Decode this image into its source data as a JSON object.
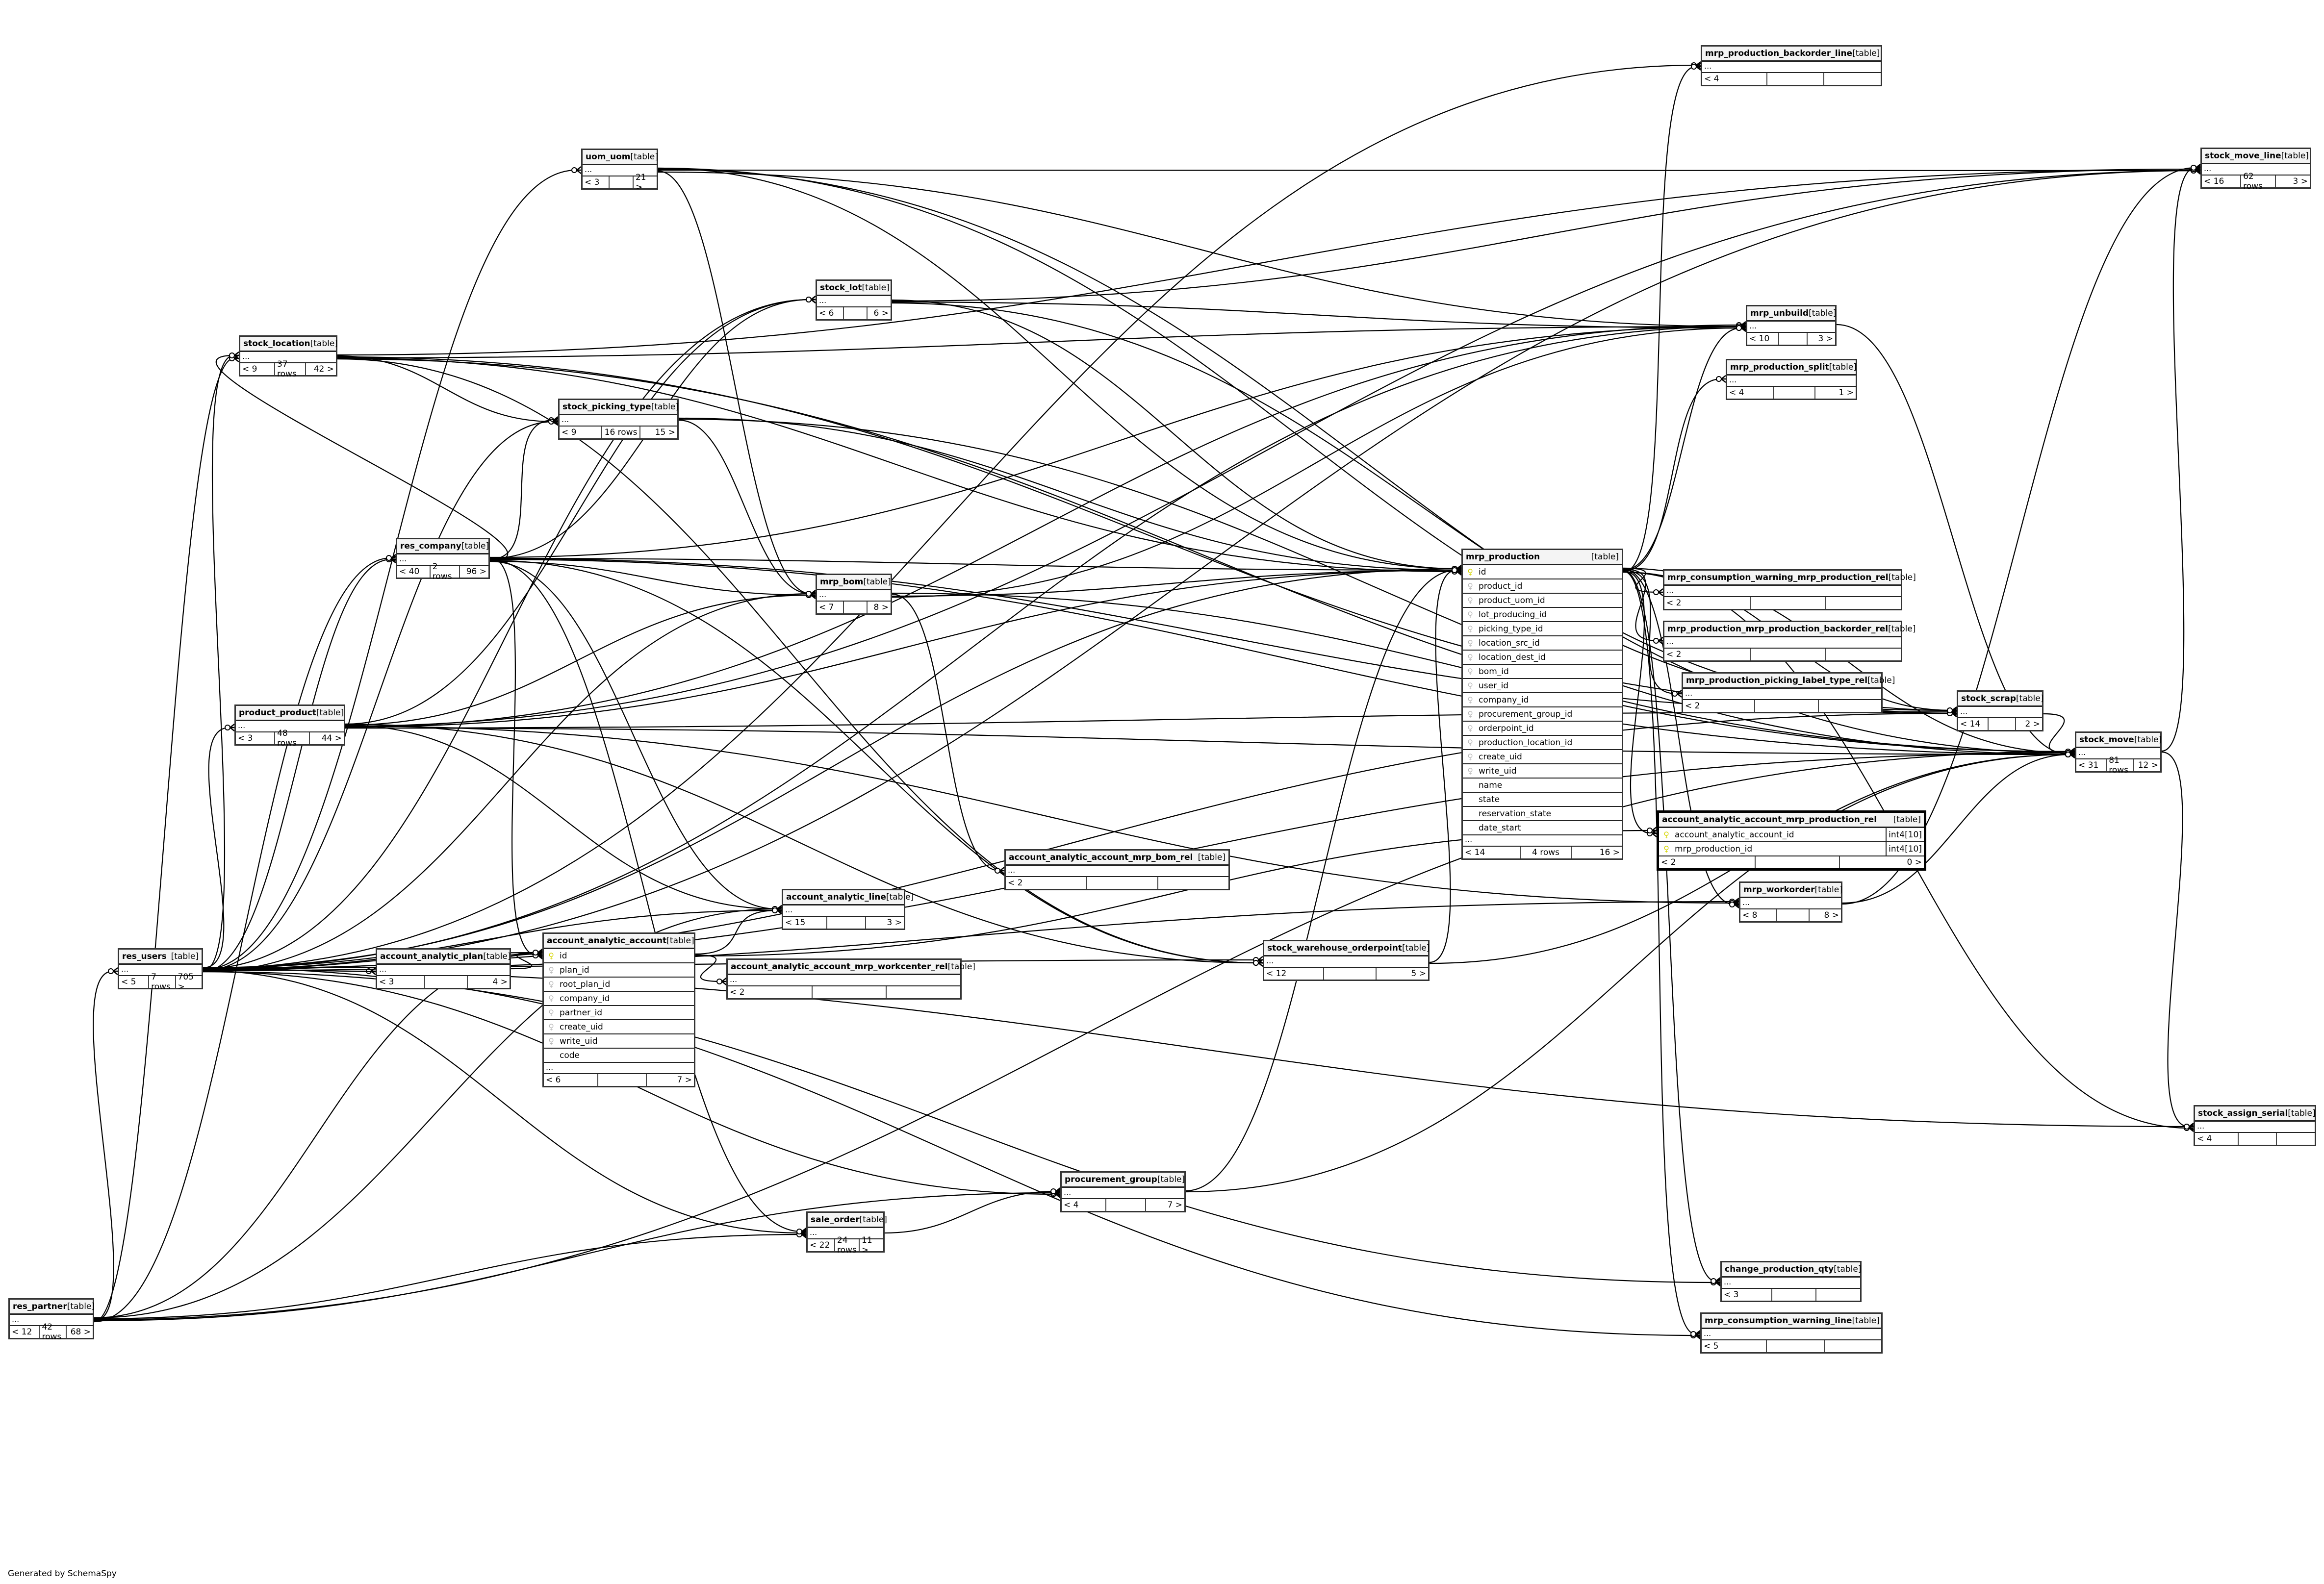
{
  "footer": "Generated by SchemaSpy",
  "tag": "[table]",
  "ellipsis": "...",
  "tables": [
    {
      "id": "mrp_production_backorder_line",
      "name": "mrp_production_backorder_line",
      "parents": "< 4",
      "rows": "",
      "children": ""
    },
    {
      "id": "stock_move_line",
      "name": "stock_move_line",
      "parents": "< 16",
      "rows": "62 rows",
      "children": "3 >"
    },
    {
      "id": "uom_uom",
      "name": "uom_uom",
      "parents": "< 3",
      "rows": "",
      "children": "21 >"
    },
    {
      "id": "stock_lot",
      "name": "stock_lot",
      "parents": "< 6",
      "rows": "",
      "children": "6 >"
    },
    {
      "id": "mrp_unbuild",
      "name": "mrp_unbuild",
      "parents": "< 10",
      "rows": "",
      "children": "3 >"
    },
    {
      "id": "mrp_production_split",
      "name": "mrp_production_split",
      "parents": "< 4",
      "rows": "",
      "children": "1 >"
    },
    {
      "id": "stock_location",
      "name": "stock_location",
      "parents": "< 9",
      "rows": "37 rows",
      "children": "42 >"
    },
    {
      "id": "stock_picking_type",
      "name": "stock_picking_type",
      "parents": "< 9",
      "rows": "16 rows",
      "children": "15 >"
    },
    {
      "id": "res_company",
      "name": "res_company",
      "parents": "< 40",
      "rows": "2 rows",
      "children": "96 >"
    },
    {
      "id": "mrp_bom",
      "name": "mrp_bom",
      "parents": "< 7",
      "rows": "",
      "children": "8 >"
    },
    {
      "id": "product_product",
      "name": "product_product",
      "parents": "< 3",
      "rows": "48 rows",
      "children": "44 >"
    },
    {
      "id": "mrp_consumption_warning_mrp_production_rel",
      "name": "mrp_consumption_warning_mrp_production_rel",
      "parents": "< 2",
      "rows": "",
      "children": ""
    },
    {
      "id": "mrp_production_mrp_production_backorder_rel",
      "name": "mrp_production_mrp_production_backorder_rel",
      "parents": "< 2",
      "rows": "",
      "children": ""
    },
    {
      "id": "mrp_production_picking_label_type_rel",
      "name": "mrp_production_picking_label_type_rel",
      "parents": "< 2",
      "rows": "",
      "children": ""
    },
    {
      "id": "stock_scrap",
      "name": "stock_scrap",
      "parents": "< 14",
      "rows": "",
      "children": "2 >"
    },
    {
      "id": "stock_move",
      "name": "stock_move",
      "parents": "< 31",
      "rows": "81 rows",
      "children": "12 >"
    },
    {
      "id": "account_analytic_account_mrp_bom_rel",
      "name": "account_analytic_account_mrp_bom_rel",
      "parents": "< 2",
      "rows": "",
      "children": ""
    },
    {
      "id": "mrp_workorder",
      "name": "mrp_workorder",
      "parents": "< 8",
      "rows": "",
      "children": "8 >"
    },
    {
      "id": "account_analytic_line",
      "name": "account_analytic_line",
      "parents": "< 15",
      "rows": "",
      "children": "3 >"
    },
    {
      "id": "res_users",
      "name": "res_users",
      "parents": "< 5",
      "rows": "7 rows",
      "children": "705 >"
    },
    {
      "id": "account_analytic_plan",
      "name": "account_analytic_plan",
      "parents": "< 3",
      "rows": "",
      "children": "4 >"
    },
    {
      "id": "account_analytic_account_mrp_workcenter_rel",
      "name": "account_analytic_account_mrp_workcenter_rel",
      "parents": "< 2",
      "rows": "",
      "children": ""
    },
    {
      "id": "stock_warehouse_orderpoint",
      "name": "stock_warehouse_orderpoint",
      "parents": "< 12",
      "rows": "",
      "children": "5 >"
    },
    {
      "id": "stock_assign_serial",
      "name": "stock_assign_serial",
      "parents": "< 4",
      "rows": "",
      "children": ""
    },
    {
      "id": "procurement_group",
      "name": "procurement_group",
      "parents": "< 4",
      "rows": "",
      "children": "7 >"
    },
    {
      "id": "sale_order",
      "name": "sale_order",
      "parents": "< 22",
      "rows": "24 rows",
      "children": "11 >"
    },
    {
      "id": "change_production_qty",
      "name": "change_production_qty",
      "parents": "< 3",
      "rows": "",
      "children": ""
    },
    {
      "id": "mrp_consumption_warning_line",
      "name": "mrp_consumption_warning_line",
      "parents": "< 5",
      "rows": "",
      "children": ""
    },
    {
      "id": "res_partner",
      "name": "res_partner",
      "parents": "< 12",
      "rows": "42 rows",
      "children": "68 >"
    }
  ],
  "mrp_production": {
    "name": "mrp_production",
    "parents": "< 14",
    "rows": "4 rows",
    "children": "16 >",
    "columns": [
      {
        "name": "id",
        "key": "pk"
      },
      {
        "name": "product_id",
        "key": "fk"
      },
      {
        "name": "product_uom_id",
        "key": "fk"
      },
      {
        "name": "lot_producing_id",
        "key": "fk"
      },
      {
        "name": "picking_type_id",
        "key": "fk"
      },
      {
        "name": "location_src_id",
        "key": "fk"
      },
      {
        "name": "location_dest_id",
        "key": "fk"
      },
      {
        "name": "bom_id",
        "key": "fk"
      },
      {
        "name": "user_id",
        "key": "fk"
      },
      {
        "name": "company_id",
        "key": "fk"
      },
      {
        "name": "procurement_group_id",
        "key": "fk"
      },
      {
        "name": "orderpoint_id",
        "key": "fk"
      },
      {
        "name": "production_location_id",
        "key": "fk"
      },
      {
        "name": "create_uid",
        "key": "fk"
      },
      {
        "name": "write_uid",
        "key": "fk"
      },
      {
        "name": "name",
        "key": ""
      },
      {
        "name": "state",
        "key": ""
      },
      {
        "name": "reservation_state",
        "key": ""
      },
      {
        "name": "date_start",
        "key": ""
      }
    ]
  },
  "account_analytic_account": {
    "name": "account_analytic_account",
    "parents": "< 6",
    "rows": "",
    "children": "7 >",
    "columns": [
      {
        "name": "id",
        "key": "pk"
      },
      {
        "name": "plan_id",
        "key": "fk"
      },
      {
        "name": "root_plan_id",
        "key": "fk"
      },
      {
        "name": "company_id",
        "key": "fk"
      },
      {
        "name": "partner_id",
        "key": "fk"
      },
      {
        "name": "create_uid",
        "key": "fk"
      },
      {
        "name": "write_uid",
        "key": "fk"
      },
      {
        "name": "code",
        "key": ""
      }
    ]
  },
  "account_analytic_account_mrp_production_rel": {
    "name": "account_analytic_account_mrp_production_rel",
    "parents": "< 2",
    "rows": "",
    "children": "0 >",
    "columns": [
      {
        "name": "account_analytic_account_id",
        "key": "pk",
        "type": "int4[10]"
      },
      {
        "name": "mrp_production_id",
        "key": "pk",
        "type": "int4[10]"
      }
    ]
  },
  "relationships": [
    [
      "res_users",
      "mrp_production"
    ],
    [
      "res_users",
      "stock_move"
    ],
    [
      "res_users",
      "stock_move_line"
    ],
    [
      "res_users",
      "stock_location"
    ],
    [
      "res_users",
      "res_company"
    ],
    [
      "res_users",
      "product_product"
    ],
    [
      "res_users",
      "stock_lot"
    ],
    [
      "res_users",
      "uom_uom"
    ],
    [
      "res_users",
      "stock_picking_type"
    ],
    [
      "res_users",
      "mrp_bom"
    ],
    [
      "res_users",
      "account_analytic_line"
    ],
    [
      "res_users",
      "account_analytic_plan"
    ],
    [
      "res_users",
      "account_analytic_account"
    ],
    [
      "res_users",
      "sale_order"
    ],
    [
      "res_users",
      "procurement_group"
    ],
    [
      "res_users",
      "stock_warehouse_orderpoint"
    ],
    [
      "res_users",
      "mrp_unbuild"
    ],
    [
      "res_users",
      "stock_scrap"
    ],
    [
      "res_users",
      "mrp_workorder"
    ],
    [
      "res_users",
      "change_production_qty"
    ],
    [
      "res_users",
      "mrp_consumption_warning_line"
    ],
    [
      "res_users",
      "mrp_production_backorder_line"
    ],
    [
      "res_users",
      "stock_assign_serial"
    ],
    [
      "res_partner",
      "res_users"
    ],
    [
      "res_partner",
      "res_company"
    ],
    [
      "res_partner",
      "account_analytic_account"
    ],
    [
      "res_partner",
      "sale_order"
    ],
    [
      "res_partner",
      "stock_move"
    ],
    [
      "res_partner",
      "procurement_group"
    ],
    [
      "res_partner",
      "stock_location"
    ],
    [
      "res_partner",
      "account_analytic_line"
    ],
    [
      "res_company",
      "mrp_production"
    ],
    [
      "res_company",
      "stock_move"
    ],
    [
      "res_company",
      "stock_location"
    ],
    [
      "res_company",
      "mrp_bom"
    ],
    [
      "res_company",
      "account_analytic_account"
    ],
    [
      "res_company",
      "stock_lot"
    ],
    [
      "res_company",
      "stock_picking_type"
    ],
    [
      "res_company",
      "stock_warehouse_orderpoint"
    ],
    [
      "res_company",
      "account_analytic_line"
    ],
    [
      "res_company",
      "mrp_unbuild"
    ],
    [
      "res_company",
      "stock_scrap"
    ],
    [
      "res_company",
      "sale_order"
    ],
    [
      "product_product",
      "mrp_production"
    ],
    [
      "product_product",
      "stock_move"
    ],
    [
      "product_product",
      "stock_lot"
    ],
    [
      "product_product",
      "mrp_bom"
    ],
    [
      "product_product",
      "stock_move_line"
    ],
    [
      "product_product",
      "mrp_unbuild"
    ],
    [
      "product_product",
      "stock_scrap"
    ],
    [
      "product_product",
      "stock_warehouse_orderpoint"
    ],
    [
      "product_product",
      "account_analytic_line"
    ],
    [
      "product_product",
      "mrp_workorder"
    ],
    [
      "stock_location",
      "mrp_production"
    ],
    [
      "stock_location",
      "stock_move"
    ],
    [
      "stock_location",
      "stock_move_line"
    ],
    [
      "stock_location",
      "stock_picking_type"
    ],
    [
      "stock_location",
      "stock_scrap"
    ],
    [
      "stock_location",
      "mrp_unbuild"
    ],
    [
      "stock_location",
      "stock_warehouse_orderpoint"
    ],
    [
      "uom_uom",
      "mrp_production"
    ],
    [
      "uom_uom",
      "stock_move"
    ],
    [
      "uom_uom",
      "stock_move_line"
    ],
    [
      "uom_uom",
      "mrp_bom"
    ],
    [
      "uom_uom",
      "mrp_unbuild"
    ],
    [
      "uom_uom",
      "stock_scrap"
    ],
    [
      "stock_lot",
      "mrp_production"
    ],
    [
      "stock_lot",
      "stock_move_line"
    ],
    [
      "stock_lot",
      "mrp_unbuild"
    ],
    [
      "stock_lot",
      "stock_scrap"
    ],
    [
      "stock_picking_type",
      "mrp_production"
    ],
    [
      "stock_picking_type",
      "stock_move"
    ],
    [
      "stock_picking_type",
      "mrp_bom"
    ],
    [
      "mrp_bom",
      "mrp_production"
    ],
    [
      "mrp_bom",
      "mrp_unbuild"
    ],
    [
      "mrp_bom",
      "stock_move"
    ],
    [
      "mrp_bom",
      "account_analytic_account_mrp_bom_rel"
    ],
    [
      "mrp_production",
      "mrp_unbuild"
    ],
    [
      "mrp_production",
      "mrp_production_split"
    ],
    [
      "mrp_production",
      "mrp_production_backorder_line"
    ],
    [
      "mrp_production",
      "mrp_consumption_warning_mrp_production_rel"
    ],
    [
      "mrp_production",
      "mrp_production_mrp_production_backorder_rel"
    ],
    [
      "mrp_production",
      "mrp_production_picking_label_type_rel"
    ],
    [
      "mrp_production",
      "account_analytic_account_mrp_production_rel"
    ],
    [
      "mrp_production",
      "stock_scrap"
    ],
    [
      "mrp_production",
      "stock_move"
    ],
    [
      "mrp_production",
      "mrp_workorder"
    ],
    [
      "mrp_production",
      "change_production_qty"
    ],
    [
      "mrp_production",
      "mrp_consumption_warning_line"
    ],
    [
      "mrp_production",
      "stock_assign_serial"
    ],
    [
      "stock_move",
      "stock_move_line"
    ],
    [
      "stock_move",
      "stock_assign_serial"
    ],
    [
      "mrp_workorder",
      "stock_move"
    ],
    [
      "mrp_workorder",
      "stock_move_line"
    ],
    [
      "stock_scrap",
      "stock_move"
    ],
    [
      "mrp_unbuild",
      "stock_move"
    ],
    [
      "account_analytic_plan",
      "account_analytic_account"
    ],
    [
      "account_analytic_account",
      "account_analytic_line"
    ],
    [
      "account_analytic_account",
      "account_analytic_account_mrp_workcenter_rel"
    ],
    [
      "account_analytic_account",
      "account_analytic_account_mrp_production_rel"
    ],
    [
      "procurement_group",
      "mrp_production"
    ],
    [
      "procurement_group",
      "stock_move"
    ],
    [
      "sale_order",
      "procurement_group"
    ],
    [
      "stock_warehouse_orderpoint",
      "mrp_production"
    ],
    [
      "stock_warehouse_orderpoint",
      "stock_move"
    ]
  ]
}
